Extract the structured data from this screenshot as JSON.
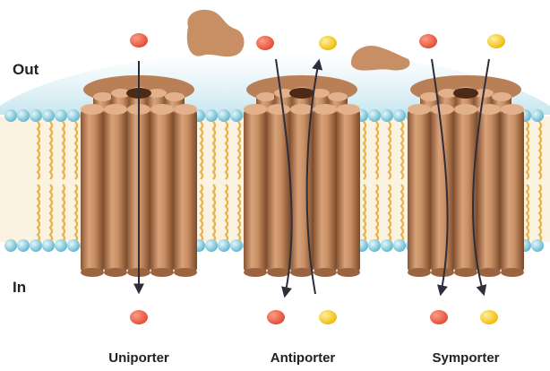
{
  "labels": {
    "out": "Out",
    "in": "In"
  },
  "transporters": [
    {
      "key": "uniporter",
      "name": "Uniporter"
    },
    {
      "key": "antiporter",
      "name": "Antiporter"
    },
    {
      "key": "symporter",
      "name": "Symporter"
    }
  ],
  "colors": {
    "solute_a": "#ee5a44",
    "solute_b": "#f5c417",
    "head": "#8ccfe0",
    "tail": "#e8b24a",
    "protein": "#c98f64",
    "protein_dark": "#8a5634",
    "arrow": "#2e2e3a"
  }
}
